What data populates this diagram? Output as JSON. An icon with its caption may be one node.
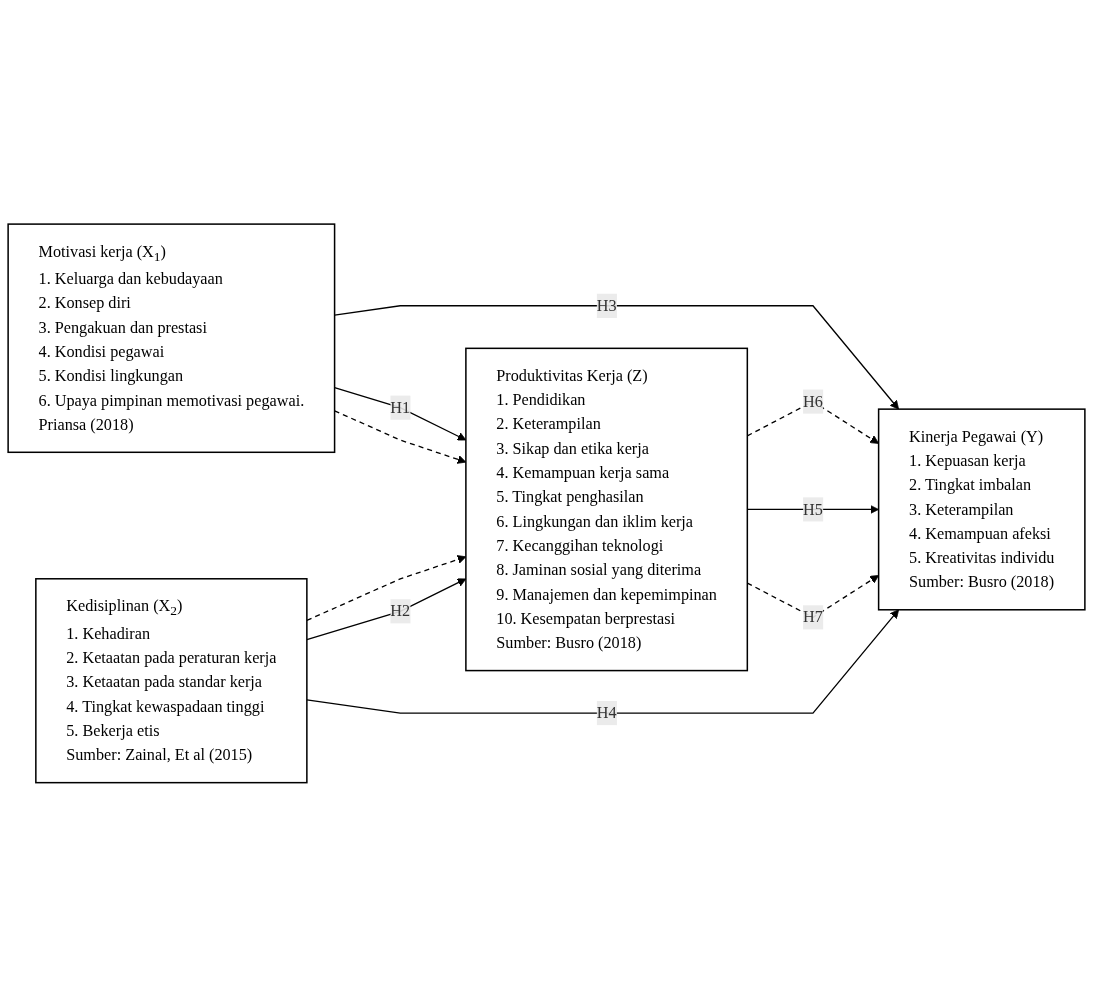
{
  "diagram": {
    "nodes": [
      {
        "text": [
          "Motivasi kerja (X$_{1}$)",
          "1. Keluarga dan kebudayaan",
          "2. Konsep diri",
          "3. Pengakuan dan prestasi",
          "4. Kondisi pegawai",
          "5. Kondisi lingkungan",
          "6. Upaya pimpinan memotivasi pegawai.",
          "Priansa (2018)"
        ]
      },
      {
        "text": [
          "Kedisiplinan (X$_{2}$)",
          "1. Kehadiran",
          "2. Ketaatan pada peraturan kerja",
          "3. Ketaatan pada standar kerja",
          "4. Tingkat kewaspadaan tinggi",
          "5. Bekerja etis",
          "Sumber: Zainal, Et al (2015)"
        ]
      },
      {
        "text": [
          "Produktivitas Kerja (Z)",
          "1. Pendidikan",
          "2. Keterampilan",
          "3. Sikap dan etika kerja",
          "4. Kemampuan kerja sama",
          "5. Tingkat penghasilan",
          "6. Lingkungan dan iklim kerja",
          "7. Kecanggihan teknologi",
          "8. Jaminan sosial yang diterima",
          "9. Manajemen dan kepemimpinan",
          "10. Kesempatan berprestasi",
          "Sumber: Busro (2018)"
        ]
      },
      {
        "text": [
          "Kinerja Pegawai (Y)",
          "1. Kepuasan kerja",
          "2. Tingkat imbalan",
          "3. Keterampilan",
          "4. Kemampuan afeksi",
          "5. Kreativitas individu",
          "Sumber: Busro (2018)"
        ]
      }
    ],
    "edges": [
      {
        "from": 0,
        "to": 3,
        "arrow": "to",
        "label": "H3"
      },
      {
        "from": 0,
        "to": 2,
        "arrow": "to",
        "label": "H1"
      },
      {
        "from": 0,
        "to": 2,
        "arrow": "to",
        "style": "dashed"
      },
      {
        "from": 2,
        "to": 3,
        "arrow": "to",
        "label": "H6",
        "style": "dashed"
      },
      {
        "from": 2,
        "to": 3,
        "arrow": "to",
        "label": "H5"
      },
      {
        "from": 1,
        "to": 2,
        "arrow": "to",
        "style": "dashed"
      },
      {
        "from": 2,
        "to": 3,
        "arrow": "to",
        "label": "H7",
        "style": "dashed"
      },
      {
        "from": 1,
        "to": 2,
        "arrow": "to",
        "label": "H2"
      },
      {
        "from": 1,
        "to": 3,
        "arrow": "to",
        "label": "H4"
      }
    ]
  }
}
